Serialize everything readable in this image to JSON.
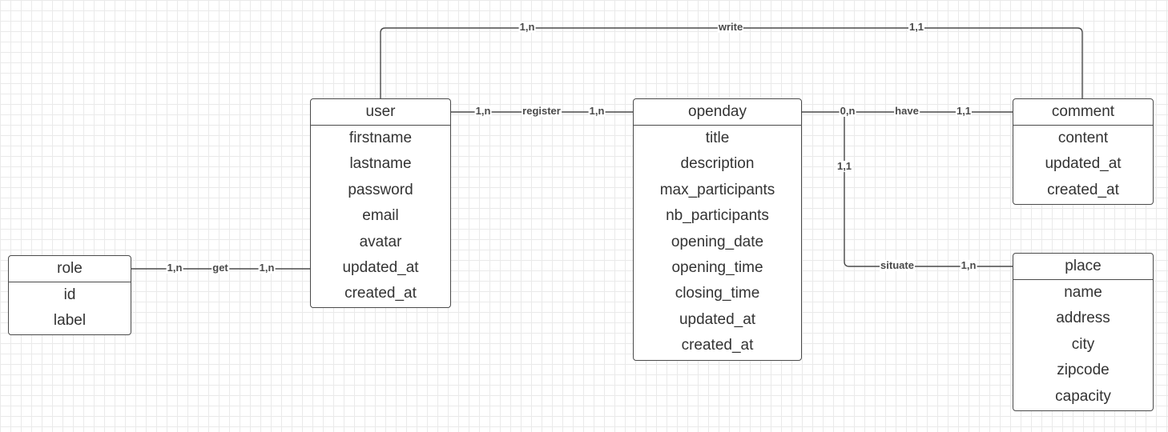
{
  "entities": {
    "user": {
      "title": "user",
      "attributes": [
        "firstname",
        "lastname",
        "password",
        "email",
        "avatar",
        "updated_at",
        "created_at"
      ]
    },
    "openday": {
      "title": "openday",
      "attributes": [
        "title",
        "description",
        "max_participants",
        "nb_participants",
        "opening_date",
        "opening_time",
        "closing_time",
        "updated_at",
        "created_at"
      ]
    },
    "comment": {
      "title": "comment",
      "attributes": [
        "content",
        "updated_at",
        "created_at"
      ]
    },
    "role": {
      "title": "role",
      "attributes": [
        "id",
        "label"
      ]
    },
    "place": {
      "title": "place",
      "attributes": [
        "name",
        "address",
        "city",
        "zipcode",
        "capacity"
      ]
    }
  },
  "relations": {
    "write": {
      "name": "write",
      "card_from": "1,n",
      "card_to": "1,1"
    },
    "register": {
      "name": "register",
      "card_from": "1,n",
      "card_to": "1,n"
    },
    "have": {
      "name": "have",
      "card_from": "0,n",
      "card_to": "1,1"
    },
    "get": {
      "name": "get",
      "card_from": "1,n",
      "card_to": "1,n"
    },
    "situate": {
      "name": "situate",
      "card_from": "1,1",
      "card_to": "1,n"
    }
  },
  "colors": {
    "stroke": "#4a4a4a",
    "text": "#333333",
    "grid": "#eaeaea",
    "background": "#ffffff"
  }
}
